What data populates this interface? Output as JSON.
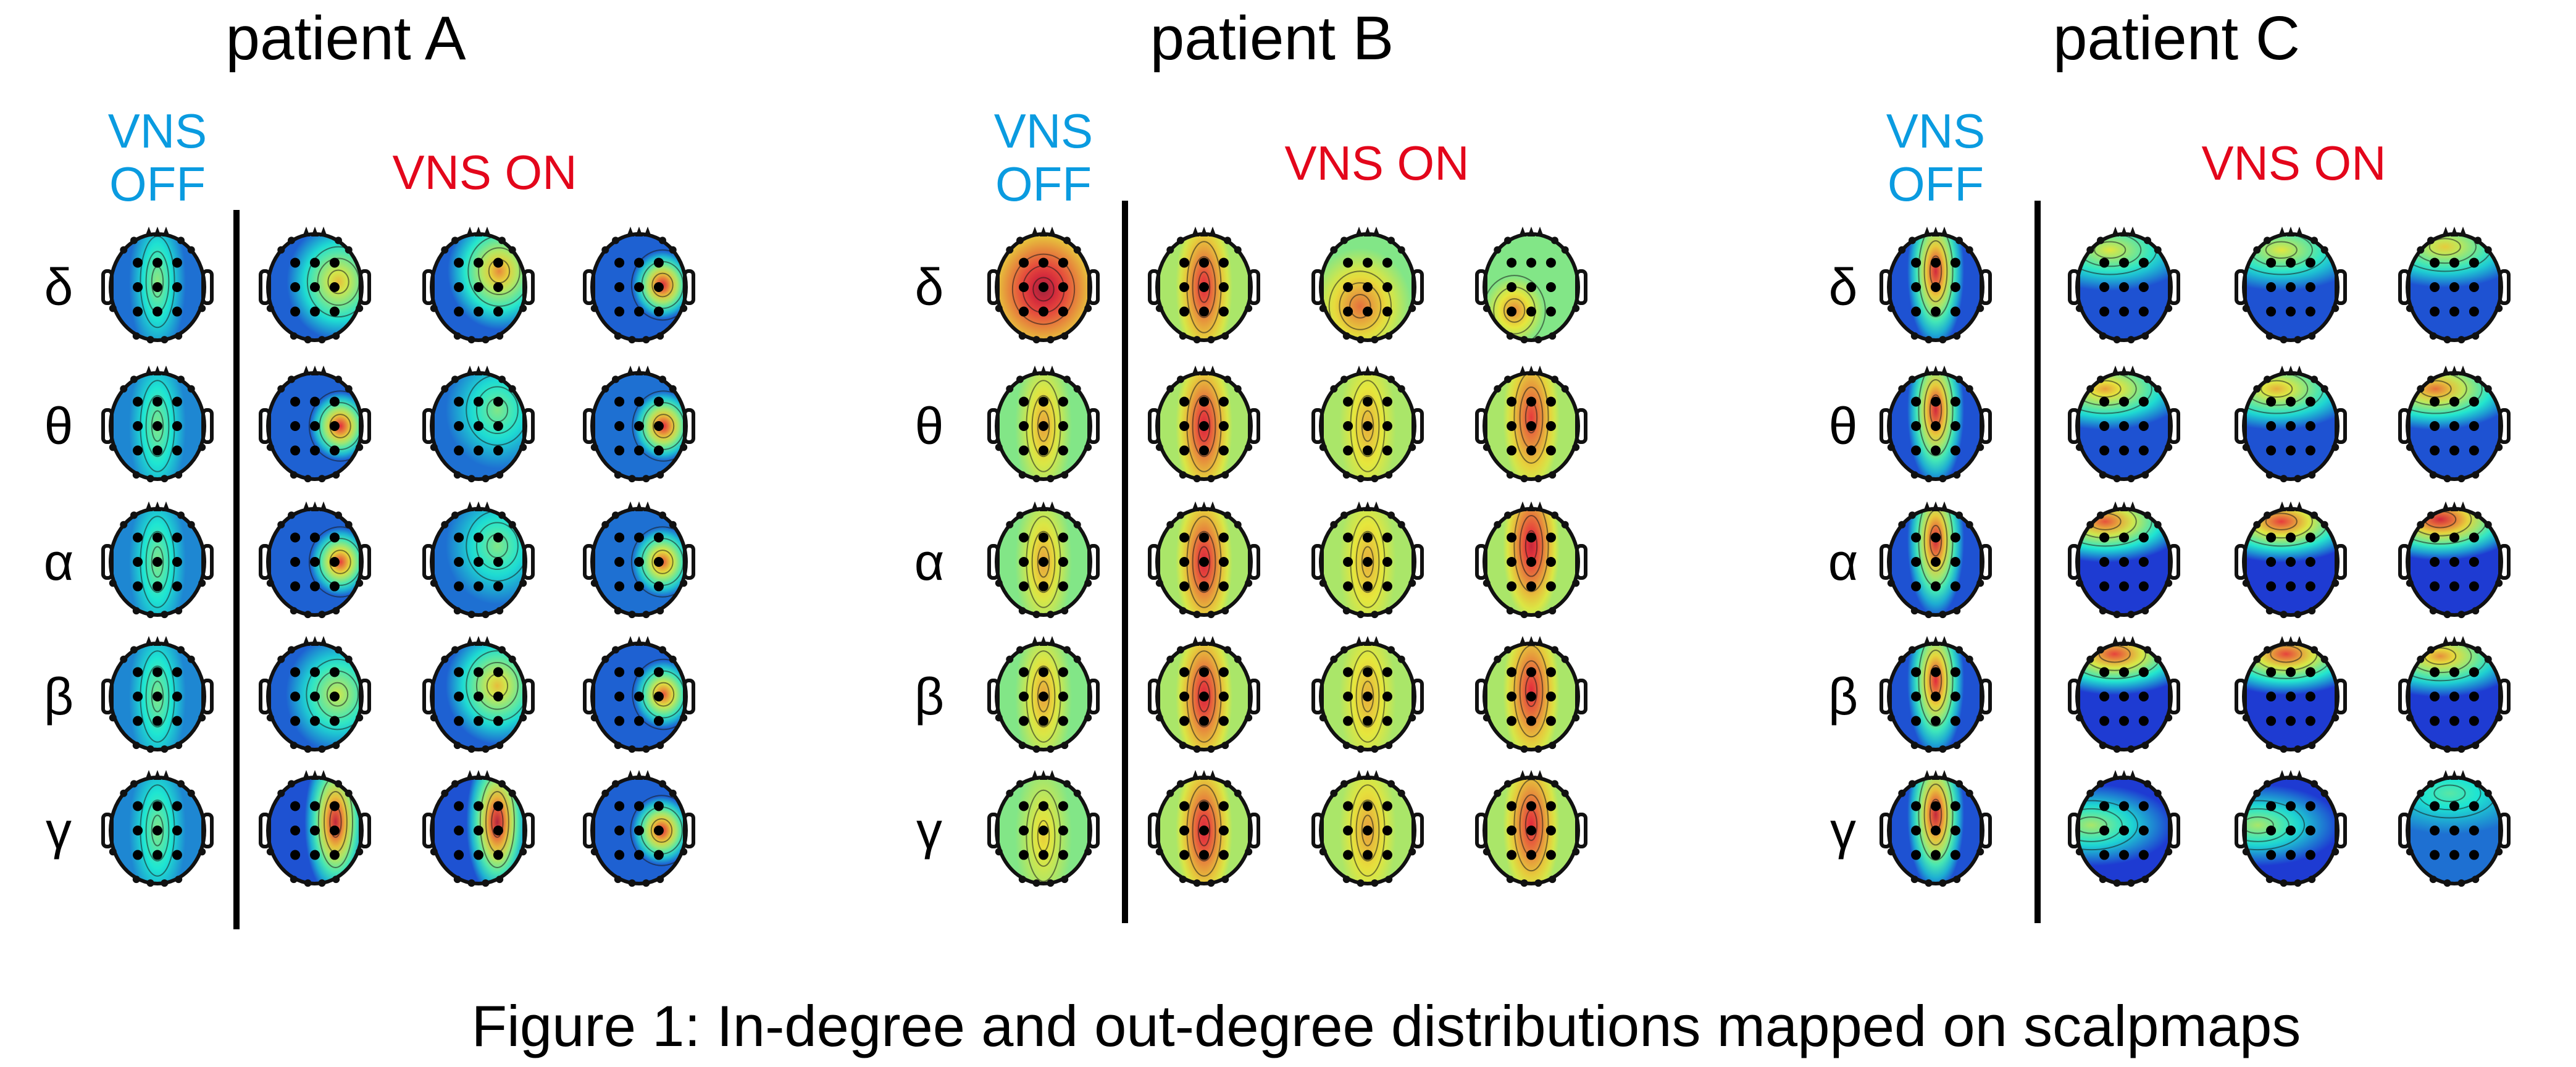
{
  "caption": "Figure 1: In-degree and out-degree distributions mapped on scalpmaps",
  "labels": {
    "vns_off_line1": "VNS",
    "vns_off_line2": "OFF",
    "vns_on": "VNS ON"
  },
  "colors": {
    "vns_off": "#0a9be0",
    "vns_on": "#e3061b"
  },
  "bands": [
    "δ",
    "θ",
    "α",
    "β",
    "γ"
  ],
  "colormap": "jet",
  "panels": [
    {
      "title": "patient A",
      "maps": {
        "off": [
          {
            "bg": 0.22,
            "spot": [
              0.5,
              0.45
            ],
            "level": 0.52,
            "shape": "strip"
          },
          {
            "bg": 0.25,
            "spot": [
              0.5,
              0.5
            ],
            "level": 0.5,
            "shape": "strip"
          },
          {
            "bg": 0.25,
            "spot": [
              0.5,
              0.5
            ],
            "level": 0.5,
            "shape": "strip"
          },
          {
            "bg": 0.25,
            "spot": [
              0.5,
              0.5
            ],
            "level": 0.5,
            "shape": "strip"
          },
          {
            "bg": 0.25,
            "spot": [
              0.5,
              0.5
            ],
            "level": 0.5,
            "shape": "strip"
          }
        ],
        "on": [
          [
            {
              "bg": 0.2,
              "spot": [
                0.75,
                0.45
              ],
              "level": 0.68,
              "shape": "blob"
            },
            {
              "bg": 0.2,
              "spot": [
                0.72,
                0.35
              ],
              "level": 0.75,
              "shape": "blob"
            },
            {
              "bg": 0.2,
              "spot": [
                0.75,
                0.48
              ],
              "level": 0.9,
              "shape": "peak"
            }
          ],
          [
            {
              "bg": 0.2,
              "spot": [
                0.77,
                0.5
              ],
              "level": 0.88,
              "shape": "peak"
            },
            {
              "bg": 0.22,
              "spot": [
                0.7,
                0.35
              ],
              "level": 0.5,
              "shape": "blob"
            },
            {
              "bg": 0.22,
              "spot": [
                0.76,
                0.5
              ],
              "level": 0.88,
              "shape": "peak"
            }
          ],
          [
            {
              "bg": 0.2,
              "spot": [
                0.77,
                0.5
              ],
              "level": 0.85,
              "shape": "peak"
            },
            {
              "bg": 0.22,
              "spot": [
                0.7,
                0.35
              ],
              "level": 0.5,
              "shape": "blob"
            },
            {
              "bg": 0.22,
              "spot": [
                0.75,
                0.5
              ],
              "level": 0.82,
              "shape": "peak"
            }
          ],
          [
            {
              "bg": 0.2,
              "spot": [
                0.74,
                0.48
              ],
              "level": 0.6,
              "shape": "blob"
            },
            {
              "bg": 0.2,
              "spot": [
                0.7,
                0.4
              ],
              "level": 0.68,
              "shape": "blob"
            },
            {
              "bg": 0.2,
              "spot": [
                0.76,
                0.48
              ],
              "level": 0.82,
              "shape": "peak"
            }
          ],
          [
            {
              "bg": 0.18,
              "spot": [
                0.72,
                0.42
              ],
              "level": 0.92,
              "shape": "strip-r"
            },
            {
              "bg": 0.18,
              "spot": [
                0.7,
                0.42
              ],
              "level": 0.94,
              "shape": "strip-r"
            },
            {
              "bg": 0.2,
              "spot": [
                0.74,
                0.5
              ],
              "level": 0.88,
              "shape": "peak"
            }
          ]
        ]
      }
    },
    {
      "title": "patient B",
      "maps": {
        "off": [
          {
            "bg": 0.55,
            "spot": [
              0.5,
              0.52
            ],
            "level": 0.97,
            "shape": "wide"
          },
          {
            "bg": 0.5,
            "spot": [
              0.5,
              0.5
            ],
            "level": 0.72,
            "shape": "strip"
          },
          {
            "bg": 0.5,
            "spot": [
              0.5,
              0.5
            ],
            "level": 0.72,
            "shape": "strip"
          },
          {
            "bg": 0.5,
            "spot": [
              0.5,
              0.5
            ],
            "level": 0.72,
            "shape": "strip"
          },
          {
            "bg": 0.5,
            "spot": [
              0.5,
              0.55
            ],
            "level": 0.66,
            "shape": "strip"
          }
        ],
        "on": [
          [
            {
              "bg": 0.55,
              "spot": [
                0.5,
                0.5
              ],
              "level": 0.88,
              "shape": "strip"
            },
            {
              "bg": 0.5,
              "spot": [
                0.42,
                0.68
              ],
              "level": 0.78,
              "shape": "blob"
            },
            {
              "bg": 0.5,
              "spot": [
                0.32,
                0.72
              ],
              "level": 0.75,
              "shape": "peak"
            }
          ],
          [
            {
              "bg": 0.55,
              "spot": [
                0.5,
                0.5
              ],
              "level": 0.9,
              "shape": "strip"
            },
            {
              "bg": 0.55,
              "spot": [
                0.5,
                0.5
              ],
              "level": 0.7,
              "shape": "strip"
            },
            {
              "bg": 0.55,
              "spot": [
                0.5,
                0.42
              ],
              "level": 0.85,
              "shape": "strip"
            }
          ],
          [
            {
              "bg": 0.55,
              "spot": [
                0.5,
                0.5
              ],
              "level": 0.9,
              "shape": "strip"
            },
            {
              "bg": 0.55,
              "spot": [
                0.5,
                0.5
              ],
              "level": 0.7,
              "shape": "strip"
            },
            {
              "bg": 0.55,
              "spot": [
                0.5,
                0.35
              ],
              "level": 0.92,
              "shape": "strip"
            }
          ],
          [
            {
              "bg": 0.55,
              "spot": [
                0.5,
                0.5
              ],
              "level": 0.9,
              "shape": "strip"
            },
            {
              "bg": 0.55,
              "spot": [
                0.5,
                0.5
              ],
              "level": 0.7,
              "shape": "strip"
            },
            {
              "bg": 0.55,
              "spot": [
                0.5,
                0.45
              ],
              "level": 0.88,
              "shape": "strip"
            }
          ],
          [
            {
              "bg": 0.55,
              "spot": [
                0.5,
                0.5
              ],
              "level": 0.9,
              "shape": "strip"
            },
            {
              "bg": 0.55,
              "spot": [
                0.5,
                0.5
              ],
              "level": 0.72,
              "shape": "strip"
            },
            {
              "bg": 0.55,
              "spot": [
                0.5,
                0.45
              ],
              "level": 0.88,
              "shape": "strip"
            }
          ]
        ]
      }
    },
    {
      "title": "patient C",
      "maps": {
        "off": [
          {
            "bg": 0.18,
            "spot": [
              0.5,
              0.35
            ],
            "level": 0.9,
            "shape": "strip"
          },
          {
            "bg": 0.18,
            "spot": [
              0.5,
              0.35
            ],
            "level": 0.9,
            "shape": "strip"
          },
          {
            "bg": 0.18,
            "spot": [
              0.5,
              0.3
            ],
            "level": 0.9,
            "shape": "strip"
          },
          {
            "bg": 0.18,
            "spot": [
              0.5,
              0.35
            ],
            "level": 0.88,
            "shape": "strip"
          },
          {
            "bg": 0.18,
            "spot": [
              0.5,
              0.35
            ],
            "level": 0.92,
            "shape": "strip"
          }
        ],
        "on": [
          [
            {
              "bg": 0.18,
              "spot": [
                0.35,
                0.15
              ],
              "level": 0.62,
              "shape": "front"
            },
            {
              "bg": 0.18,
              "spot": [
                0.4,
                0.15
              ],
              "level": 0.62,
              "shape": "front"
            },
            {
              "bg": 0.18,
              "spot": [
                0.4,
                0.12
              ],
              "level": 0.66,
              "shape": "front"
            }
          ],
          [
            {
              "bg": 0.18,
              "spot": [
                0.3,
                0.15
              ],
              "level": 0.72,
              "shape": "front"
            },
            {
              "bg": 0.18,
              "spot": [
                0.35,
                0.15
              ],
              "level": 0.7,
              "shape": "front"
            },
            {
              "bg": 0.18,
              "spot": [
                0.3,
                0.15
              ],
              "level": 0.78,
              "shape": "front"
            }
          ],
          [
            {
              "bg": 0.15,
              "spot": [
                0.3,
                0.12
              ],
              "level": 0.82,
              "shape": "front"
            },
            {
              "bg": 0.15,
              "spot": [
                0.4,
                0.12
              ],
              "level": 0.85,
              "shape": "front"
            },
            {
              "bg": 0.15,
              "spot": [
                0.35,
                0.1
              ],
              "level": 0.9,
              "shape": "front"
            }
          ],
          [
            {
              "bg": 0.15,
              "spot": [
                0.4,
                0.1
              ],
              "level": 0.84,
              "shape": "front"
            },
            {
              "bg": 0.15,
              "spot": [
                0.45,
                0.1
              ],
              "level": 0.84,
              "shape": "front"
            },
            {
              "bg": 0.15,
              "spot": [
                0.35,
                0.12
              ],
              "level": 0.74,
              "shape": "front"
            }
          ],
          [
            {
              "bg": 0.15,
              "spot": [
                0.15,
                0.45
              ],
              "level": 0.55,
              "shape": "front"
            },
            {
              "bg": 0.15,
              "spot": [
                0.15,
                0.45
              ],
              "level": 0.55,
              "shape": "front"
            },
            {
              "bg": 0.22,
              "spot": [
                0.45,
                0.15
              ],
              "level": 0.45,
              "shape": "front"
            }
          ]
        ]
      }
    }
  ]
}
